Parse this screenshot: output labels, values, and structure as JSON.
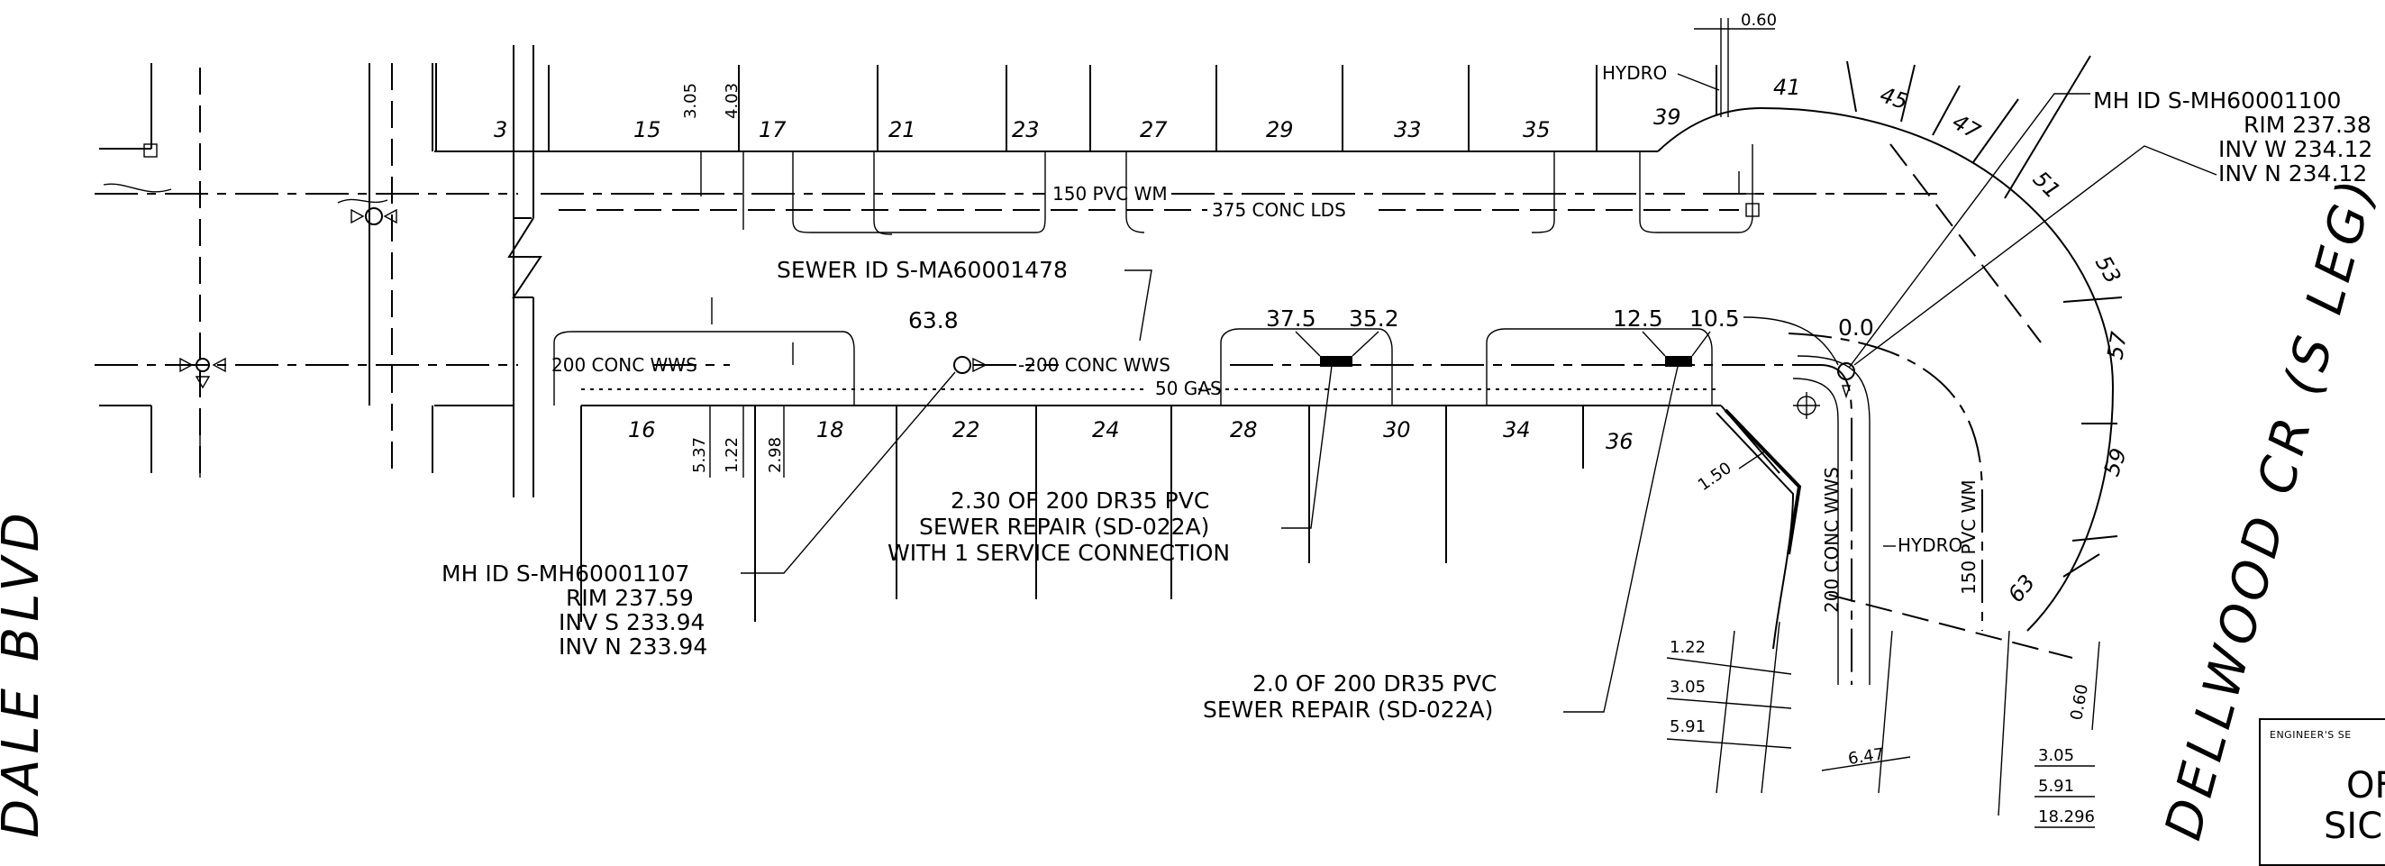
{
  "streets": {
    "dale_blvd": "DALE BLVD",
    "dellwood_cr": "DELLWOOD CR (S LEG)"
  },
  "lots": {
    "north": [
      "3",
      "15",
      "17",
      "21",
      "23",
      "27",
      "29",
      "33",
      "35",
      "39",
      "41",
      "45",
      "47",
      "51",
      "53",
      "57",
      "59",
      "63"
    ],
    "south": [
      "16",
      "18",
      "22",
      "24",
      "28",
      "30",
      "34",
      "36"
    ]
  },
  "utilities": {
    "watermain": "150 PVC WM",
    "storm": "375 CONC LDS",
    "sewer_left": "200 CONC WWS",
    "sewer_mid": "-200 CONC WWS",
    "gas": "50 GAS",
    "hydro_top": "HYDRO",
    "hydro_right": "HYDRO",
    "sewer_curve": "200 CONC WWS",
    "wm_curve": "150 PVC WM",
    "sewer_id": "SEWER ID S-MA60001478"
  },
  "manhole_left": {
    "id": "MH ID S-MH60001107",
    "rim": "RIM 237.59",
    "inv_s": "INV S 233.94",
    "inv_n": "INV N 233.94"
  },
  "manhole_right": {
    "id": "MH ID S-MH60001100",
    "rim": "RIM 237.38",
    "inv_w": "INV W 234.12",
    "inv_n": "INV N 234.12"
  },
  "stations": {
    "s1": "63.8",
    "s2": "37.5",
    "s3": "35.2",
    "s4": "12.5",
    "s5": "10.5",
    "s6": "0.0"
  },
  "repairs": {
    "repair1_line1": "2.30 OF 200 DR35 PVC",
    "repair1_line2": "SEWER REPAIR (SD-022A)",
    "repair1_line3": "WITH 1 SERVICE CONNECTION",
    "repair2_line1": "2.0 OF 200 DR35 PVC",
    "repair2_line2": "SEWER REPAIR (SD-022A)"
  },
  "dimensions": {
    "d_305_top": "3.05",
    "d_403": "4.03",
    "d_537": "5.37",
    "d_122_mid": "1.22",
    "d_298": "2.98",
    "d_060_top": "0.60",
    "d_150": "1.50",
    "d_122_low": "1.22",
    "d_305_low": "3.05",
    "d_591_low": "5.91",
    "d_647": "6.47",
    "d_060_right": "0.60",
    "d_305_right": "3.05",
    "d_591_right": "5.91",
    "d_18296": "18.296"
  },
  "stamp": {
    "caption": "ENGINEER'S SE",
    "big1": "OF",
    "big2": "SIC"
  }
}
